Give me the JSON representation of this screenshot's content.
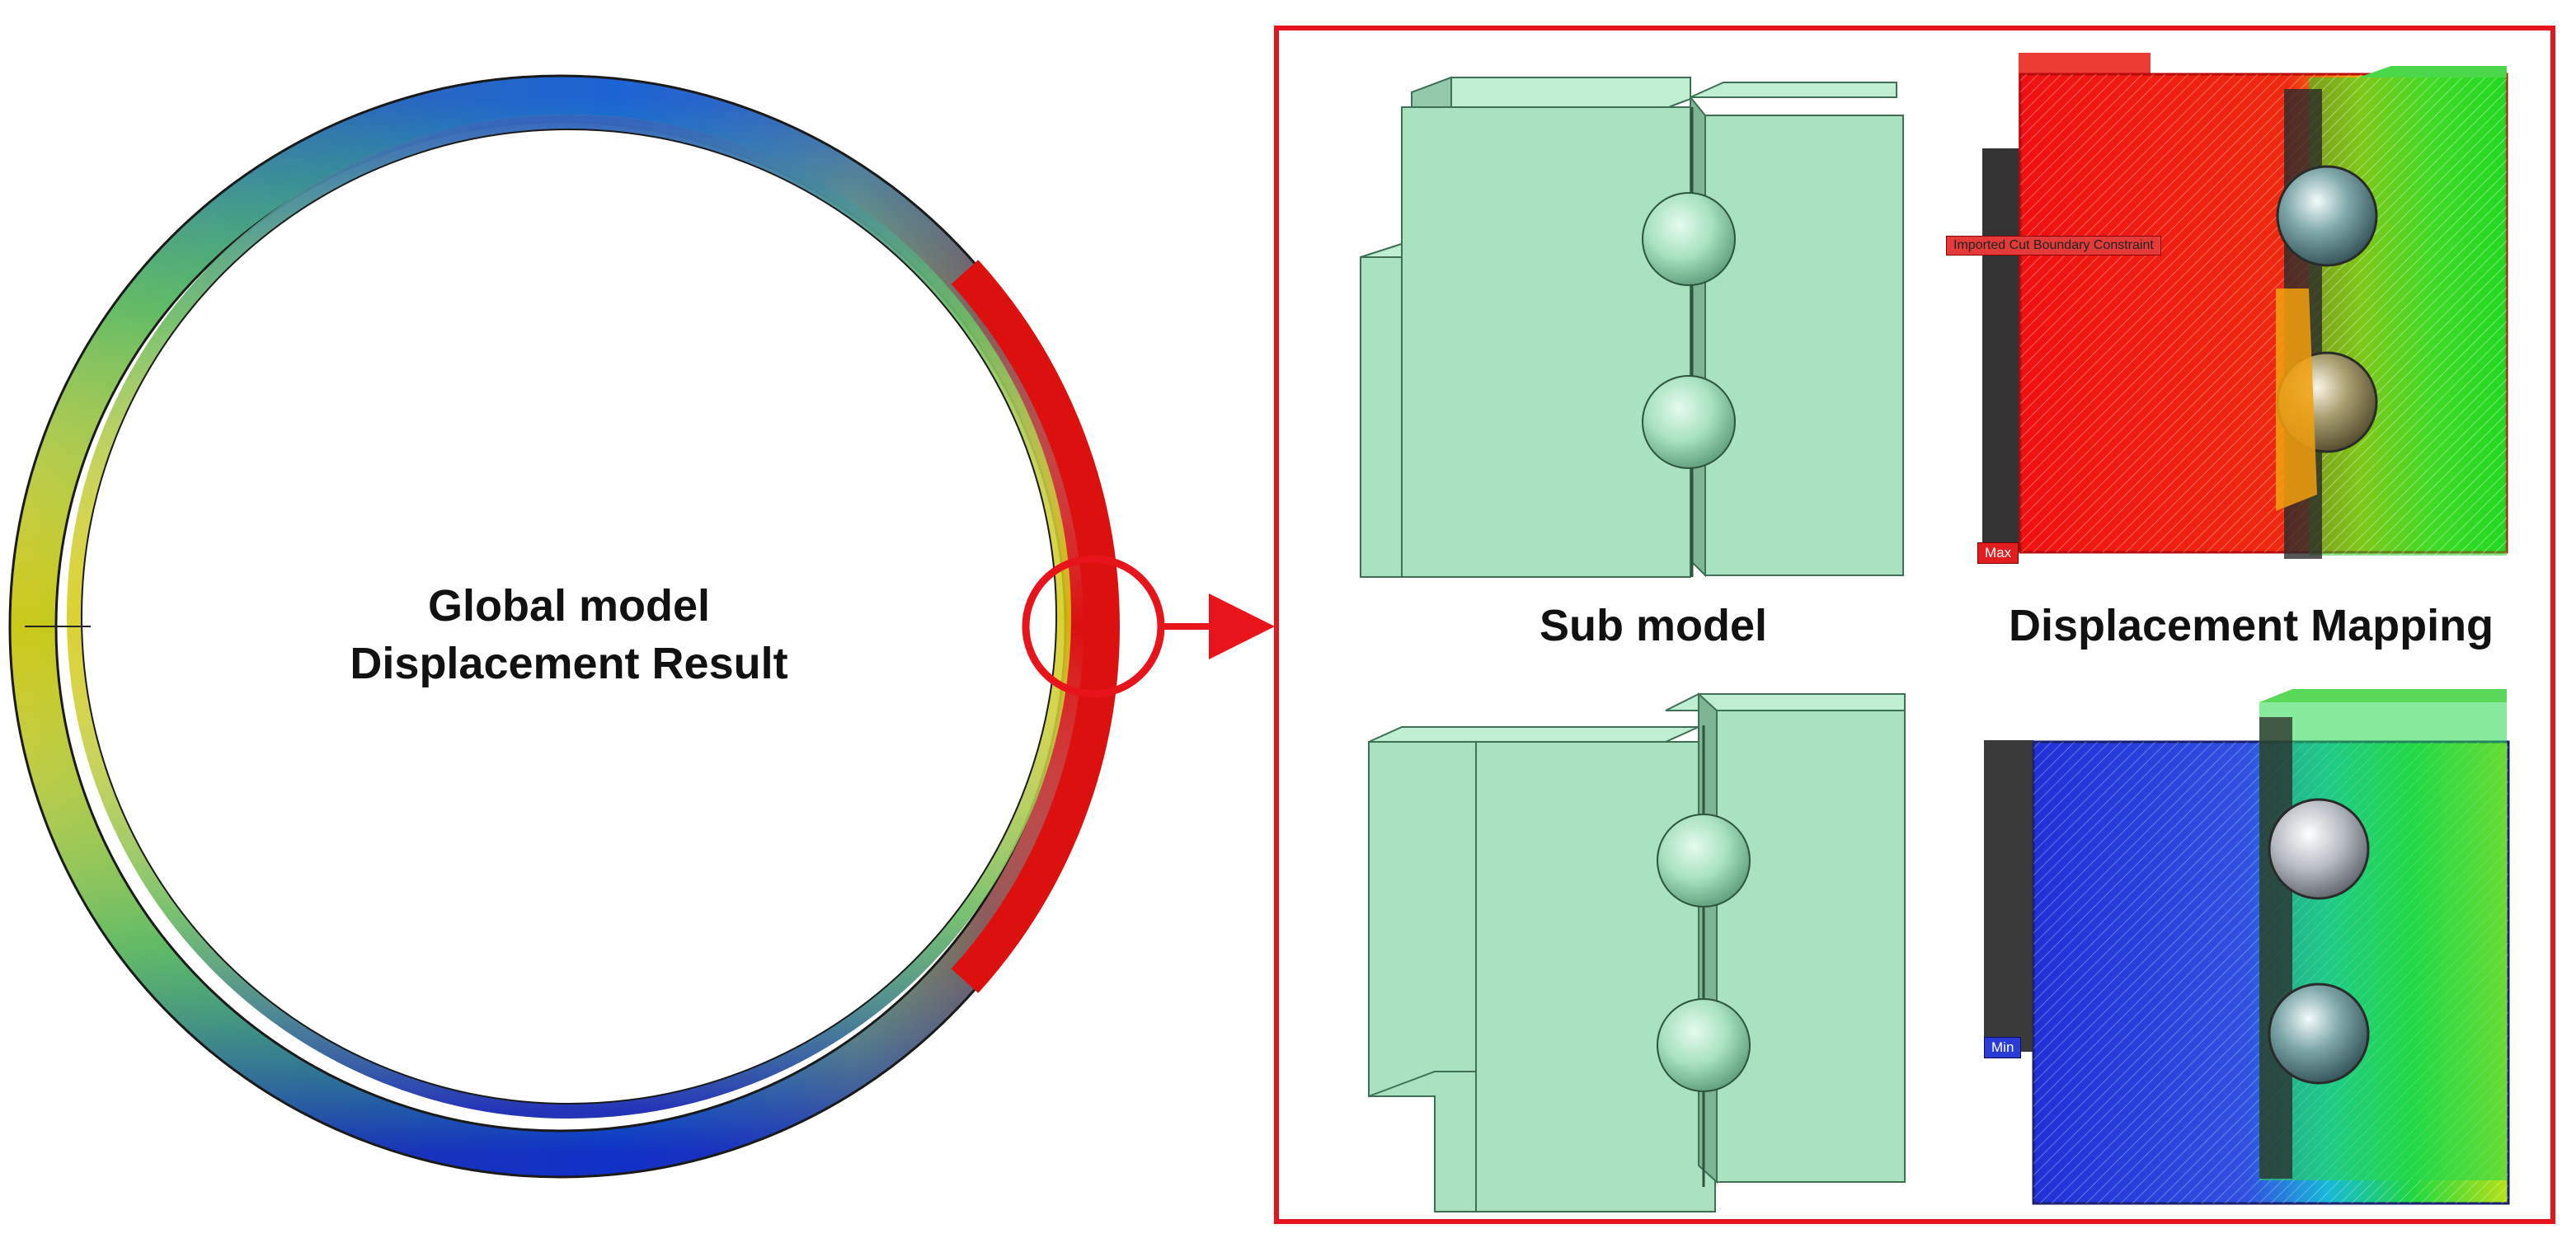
{
  "global_label": {
    "line1": "Global model",
    "line2": "Displacement Result"
  },
  "sub_label": "Sub model",
  "mapping_label": "Displacement Mapping",
  "tags": {
    "max": "Max",
    "min": "Min",
    "cut_boundary": "Imported Cut Boundary Constraint"
  },
  "colors": {
    "highlight": "#e8141b",
    "model_fill": "#a8e2c0",
    "model_edge": "#3f6f55",
    "contour_red": "#e01010",
    "contour_blue": "#1a2fd0"
  }
}
